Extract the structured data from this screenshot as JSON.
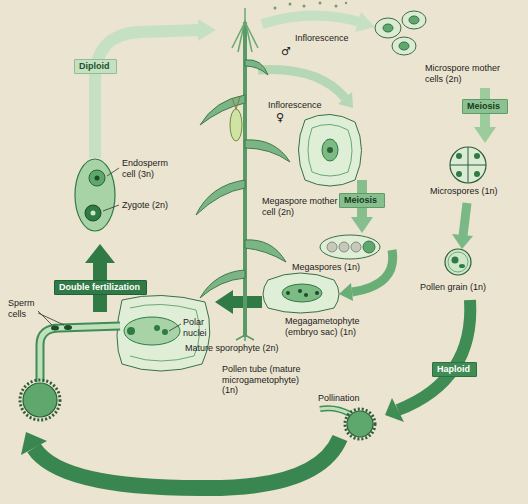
{
  "diagram": {
    "nodes": [
      {
        "text": [
          "Diploid"
        ]
      },
      {
        "text": [
          "Meiosis"
        ]
      },
      {
        "text": [
          "Meiosis"
        ]
      },
      {
        "text": [
          "Haploid"
        ]
      },
      {
        "text": [
          "Double fertilization"
        ]
      }
    ],
    "labels": [
      "Inflorescence",
      "♂",
      "Microspore mother cells (2n)",
      "Inflorescence",
      "♀",
      "Microspores (1n)",
      "Megaspore mother cell (2n)",
      "Megaspores (1n)",
      "Pollen grain (1n)",
      "Megagametophyte (embryo sac) (1n)",
      "Endosperm cell (3n)",
      "Zygote (2n)",
      "Mature sporophyte (2n)",
      "Sperm cells",
      "Polar nuclei",
      "Pollen tube (mature microgametophyte) (1n)",
      "Pollination"
    ]
  }
}
